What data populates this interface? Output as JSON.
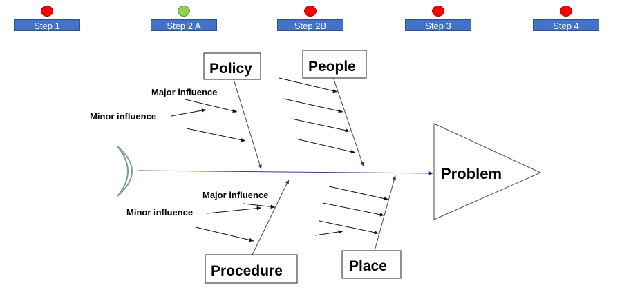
{
  "steps": [
    {
      "label": "Step 1",
      "status": "red"
    },
    {
      "label": "Step 2 A",
      "status": "green"
    },
    {
      "label": "Step 2B",
      "status": "red"
    },
    {
      "label": "Step 3",
      "status": "red"
    },
    {
      "label": "Step 4",
      "status": "red"
    }
  ],
  "diagram": {
    "head_label": "Problem",
    "categories": {
      "policy": "Policy",
      "people": "People",
      "procedure": "Procedure",
      "place": "Place"
    },
    "annotations": {
      "top_major": "Major influence",
      "top_minor": "Minor influence",
      "bottom_major": "Major influence",
      "bottom_minor": "Minor influence"
    }
  },
  "colors": {
    "step_label_bg": "#4472c4",
    "status_red": "#ff0000",
    "status_green": "#92d050",
    "bone_line": "#3a3a9a",
    "tail_outline": "#7f9f9f"
  }
}
